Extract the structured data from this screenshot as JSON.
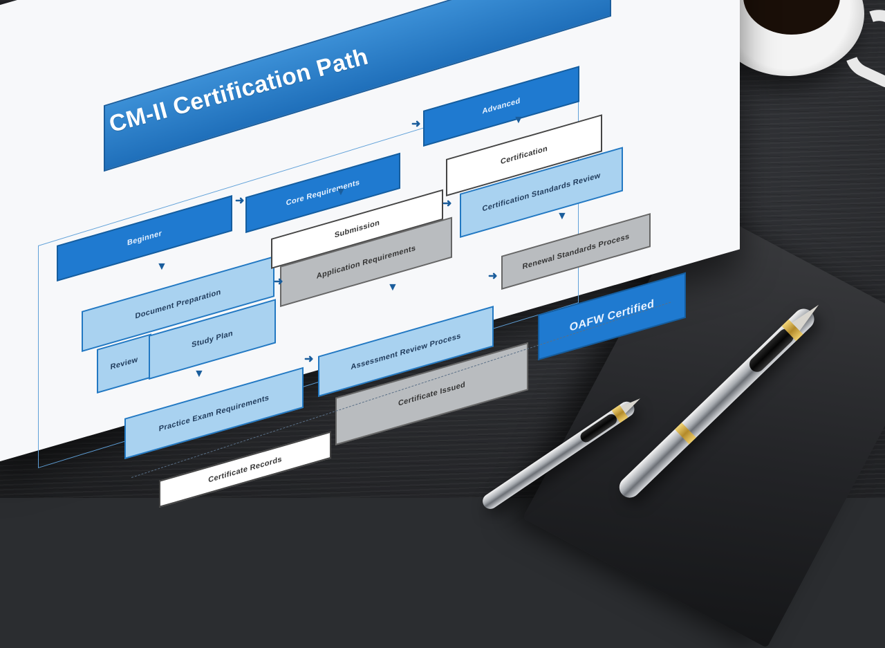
{
  "title": "CM-II Certification Path",
  "boxes": [
    {
      "id": "b1",
      "label": "Beginner",
      "style": "dark"
    },
    {
      "id": "b2",
      "label": "Core Requirements",
      "style": "dark"
    },
    {
      "id": "b3",
      "label": "Document Preparation",
      "style": "light"
    },
    {
      "id": "b4",
      "label": "Review",
      "style": "light"
    },
    {
      "id": "b5",
      "label": "Study Plan",
      "style": "light"
    },
    {
      "id": "b6",
      "label": "Practice Exam Requirements",
      "style": "light"
    },
    {
      "id": "b7",
      "label": "Submission",
      "style": "white"
    },
    {
      "id": "b8",
      "label": "Application Requirements",
      "style": "grey"
    },
    {
      "id": "b9",
      "label": "Assessment Review Process",
      "style": "light"
    },
    {
      "id": "b10",
      "label": "Advanced",
      "style": "dark"
    },
    {
      "id": "b11",
      "label": "Certification",
      "style": "light"
    },
    {
      "id": "b12",
      "label": "Certification Standards Review",
      "style": "light"
    },
    {
      "id": "b13",
      "label": "Renewal Standards Process",
      "style": "grey"
    },
    {
      "id": "b14",
      "label": "OAFW Certified",
      "style": "dark"
    },
    {
      "id": "b15",
      "label": "Certificate Issued",
      "style": "grey"
    },
    {
      "id": "b16",
      "label": "Certificate Records",
      "style": "white"
    }
  ],
  "colors": {
    "primary": "#1f7ad0",
    "light": "#a9d2f0",
    "grey": "#b9bcbf",
    "desk": "#2b2d30"
  }
}
